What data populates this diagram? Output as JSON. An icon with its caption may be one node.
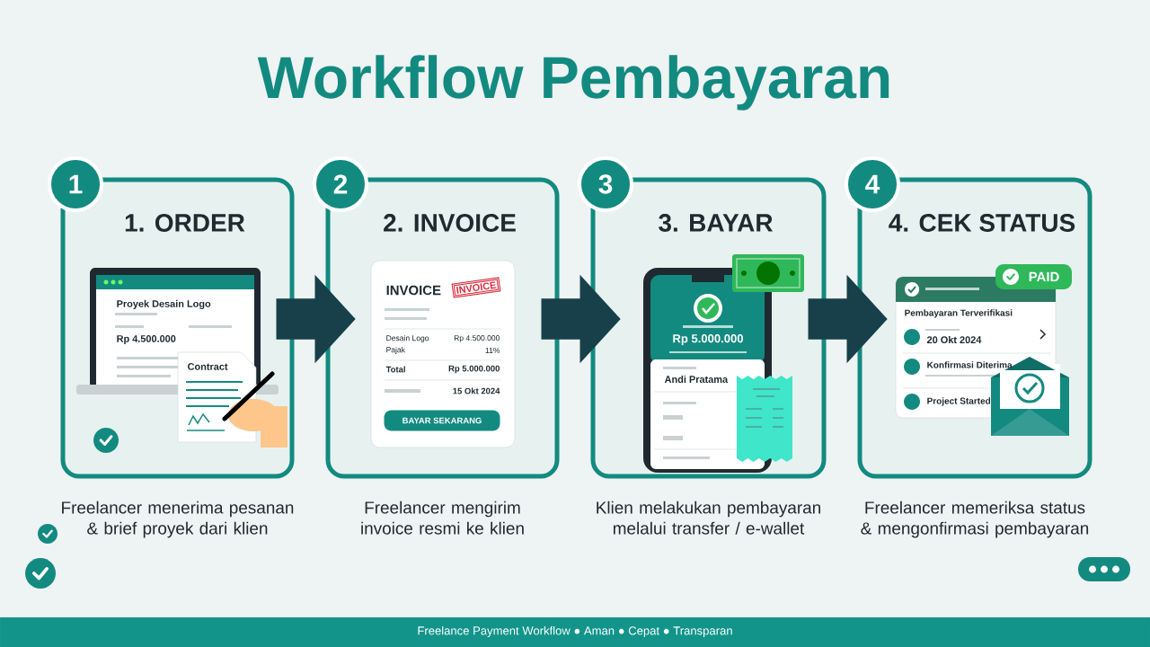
{
  "diagram": {
    "title": "Workflow Pembayaran",
    "caption": "Freelance Payment Workflow ● Aman ● Cepat ● Transparan",
    "nodes": [
      {
        "text": [
          "1",
          "1. ORDER"
        ],
        "beside": [
          "Freelancer menerima pesanan & brief proyek dari klien"
        ]
      },
      {
        "text": [
          "2",
          "2. INVOICE"
        ],
        "beside": [
          "Freelancer mengirim invoice resmi ke klien"
        ]
      },
      {
        "text": [
          "3",
          "3. BAYAR"
        ],
        "beside": [
          "Klien melakukan pembayaran melalui transfer / e-wallet"
        ]
      },
      {
        "text": [
          "4",
          "4. CEK STATUS"
        ],
        "beside": [
          "Freelancer memeriksa status & mengonfirmasi pembayaran"
        ]
      }
    ],
    "edges": [
      {
        "from": 0,
        "to": 1,
        "arrow": "to"
      },
      {
        "from": 1,
        "to": 2,
        "arrow": "to"
      },
      {
        "from": 2,
        "to": 3,
        "arrow": "to"
      }
    ],
    "labels": [
      "Proyek Desain Logo",
      "Rp 4.500.000",
      "Contract",
      "INVOICE",
      "INVOICE",
      "Desain Logo",
      "Rp 4.500.000",
      "Pajak",
      "11%",
      "Total",
      "Rp 5.000.000",
      "15 Okt 2024",
      "BAYAR SEKARANG",
      "Rp 5.000.000",
      "Andi Pratama",
      "PAID",
      "Pembayaran Terverifikasi",
      "20 Okt 2024",
      "Konfirmasi Diterima",
      "Project Started"
    ]
  }
}
